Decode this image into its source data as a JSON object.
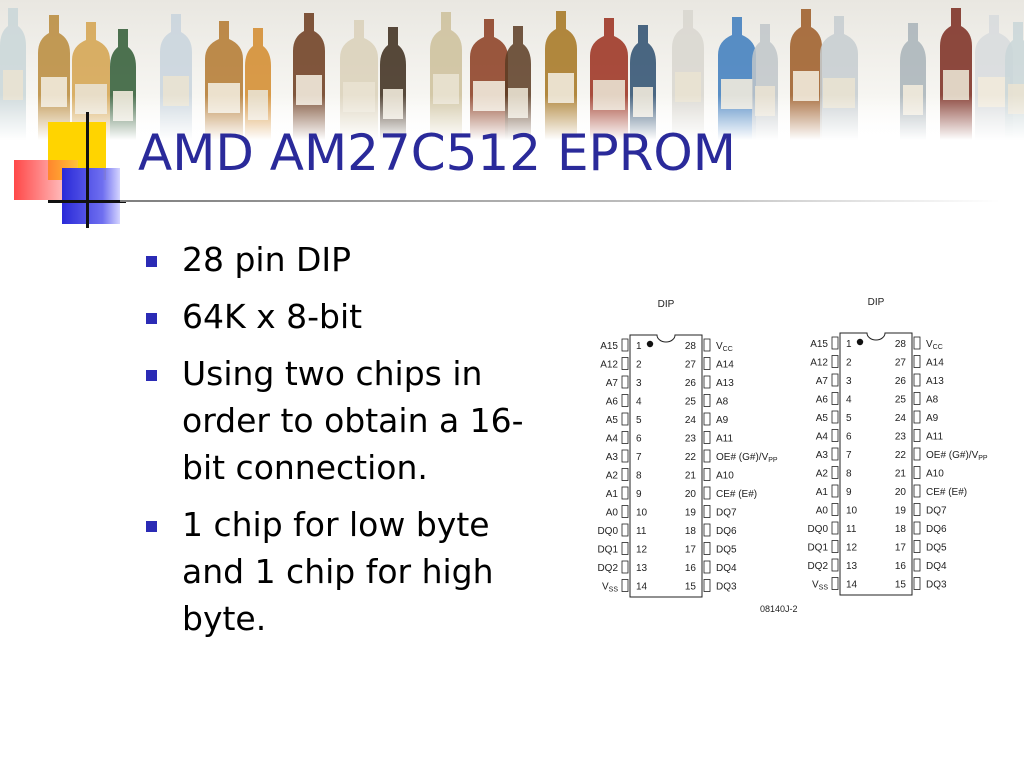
{
  "slide": {
    "title": "AMD AM27C512 EPROM",
    "bullets": [
      "28 pin DIP",
      "64K x 8-bit",
      "Using two chips in order to obtain a 16-bit connection.",
      "1 chip for low byte and 1 chip for high byte."
    ]
  },
  "diagram": {
    "package_label": "DIP",
    "figure_id": "08140J-2",
    "left_pins": [
      "A15",
      "A12",
      "A7",
      "A6",
      "A5",
      "A4",
      "A3",
      "A2",
      "A1",
      "A0",
      "DQ0",
      "DQ1",
      "DQ2",
      "VSS"
    ],
    "right_pins": [
      "VCC",
      "A14",
      "A13",
      "A8",
      "A9",
      "A11",
      "OE# (G#)/VPP",
      "A10",
      "CE# (E#)",
      "DQ7",
      "DQ6",
      "DQ5",
      "DQ4",
      "DQ3"
    ]
  }
}
